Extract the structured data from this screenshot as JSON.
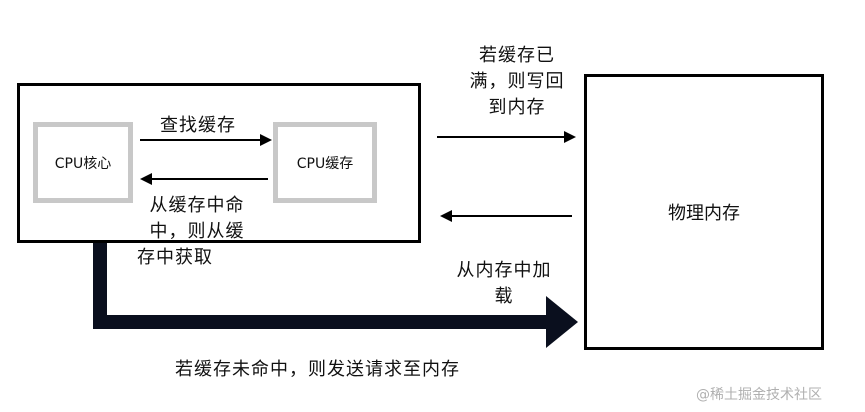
{
  "diagram": {
    "cpu_core": "CPU核心",
    "cpu_cache": "CPU缓存",
    "physical_memory": "物理内存",
    "label_lookup": "查找缓存",
    "label_hit_line1": "从缓存中命",
    "label_hit_line2": "中，则从缓",
    "label_hit_line3": "存中获取",
    "label_writeback_line1": "若缓存已",
    "label_writeback_line2": "满，则写回",
    "label_writeback_line3": "到内存",
    "label_load_line1": "从内存中加",
    "label_load_line2": "载",
    "label_miss": "若缓存未命中，则发送请求至内存"
  },
  "watermark": "@稀土掘金技术社区"
}
